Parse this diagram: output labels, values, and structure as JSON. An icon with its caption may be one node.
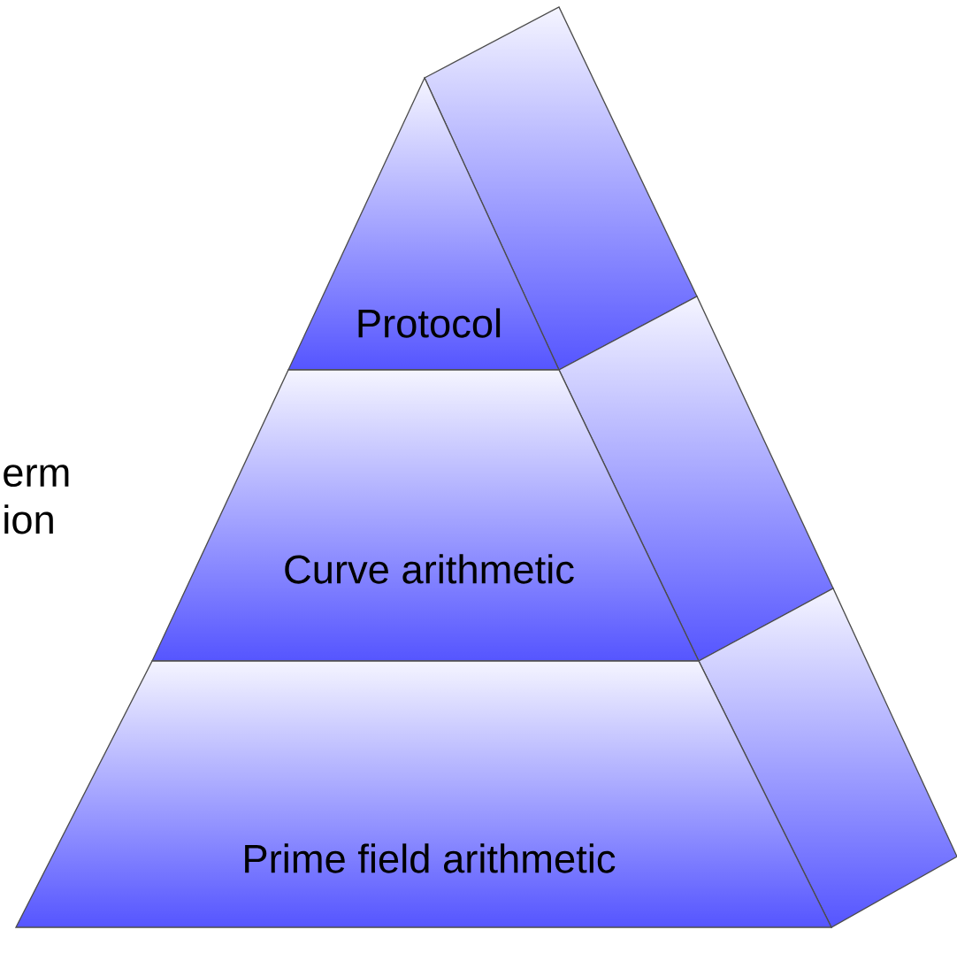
{
  "diagram": {
    "nodes": [
      {
        "text": [
          "Protocol"
        ]
      },
      {
        "text": [
          "Curve arithmetic"
        ]
      },
      {
        "text": [
          "Prime field arithmetic"
        ]
      }
    ],
    "labels": [
      "erm ion"
    ]
  }
}
